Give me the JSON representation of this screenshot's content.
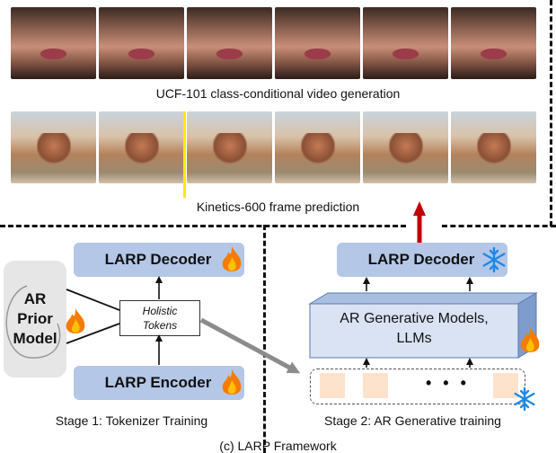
{
  "top_section": {
    "ucf_caption": "UCF-101 class-conditional video generation",
    "kinetics_caption": "Kinetics-600 frame prediction"
  },
  "stage1": {
    "decoder_label": "LARP Decoder",
    "encoder_label": "LARP Encoder",
    "prior_line1": "AR",
    "prior_line2": "Prior",
    "prior_line3": "Model",
    "holistic_line1": "Holistic",
    "holistic_line2": "Tokens",
    "caption": "Stage 1: Tokenizer Training"
  },
  "stage2": {
    "decoder_label": "LARP Decoder",
    "ar_models_line1": "AR Generative Models,",
    "ar_models_line2": "LLMs",
    "dots": "• • •",
    "caption": "Stage 2: AR Generative training"
  },
  "figure_caption": "(c) LARP Framework",
  "icons": {
    "trainable": "fire-icon",
    "frozen": "snowflake-icon"
  },
  "colors": {
    "box_blue": "#b4c7e7",
    "arrow_red": "#c00000",
    "token_fill": "#fde3cc"
  }
}
